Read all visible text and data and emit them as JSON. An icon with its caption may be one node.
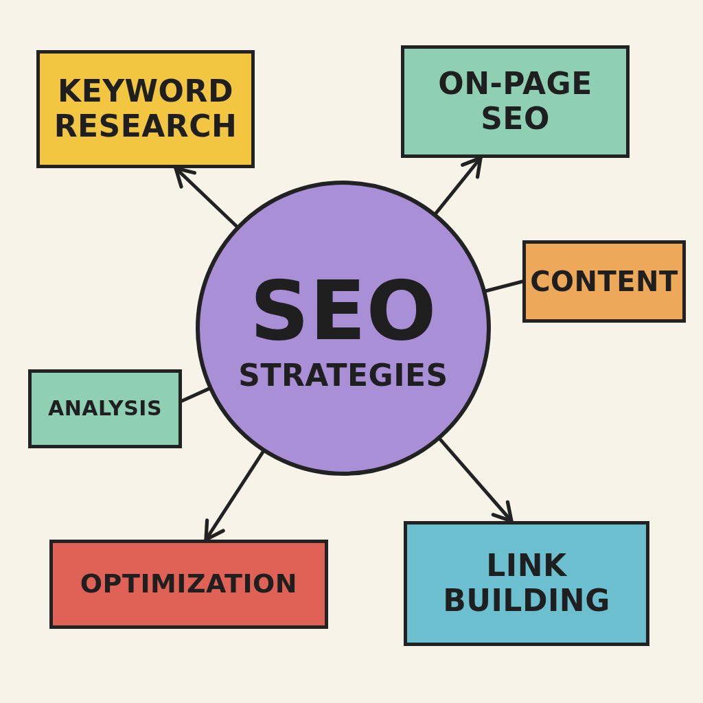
{
  "diagram": {
    "nodes": [
      {
        "text": [
          "SEO",
          "STRATEGIES"
        ]
      },
      {
        "text": [
          "KEYWORD RESEARCH"
        ]
      },
      {
        "text": [
          "ON-PAGE SEO"
        ]
      },
      {
        "text": [
          "CONTENT"
        ]
      },
      {
        "text": [
          "ANALYSIS"
        ]
      },
      {
        "text": [
          "OPTIMIZATION"
        ]
      },
      {
        "text": [
          "LINK BUILDING"
        ]
      }
    ],
    "edges": [
      {
        "from": 0,
        "to": 1,
        "arrow": "to"
      },
      {
        "from": 0,
        "to": 2,
        "arrow": "to"
      },
      {
        "from": 0,
        "to": 3,
        "arrow": "none"
      },
      {
        "from": 0,
        "to": 4,
        "arrow": "none"
      },
      {
        "from": 0,
        "to": 5,
        "arrow": "to"
      },
      {
        "from": 0,
        "to": 6,
        "arrow": "to"
      }
    ]
  }
}
